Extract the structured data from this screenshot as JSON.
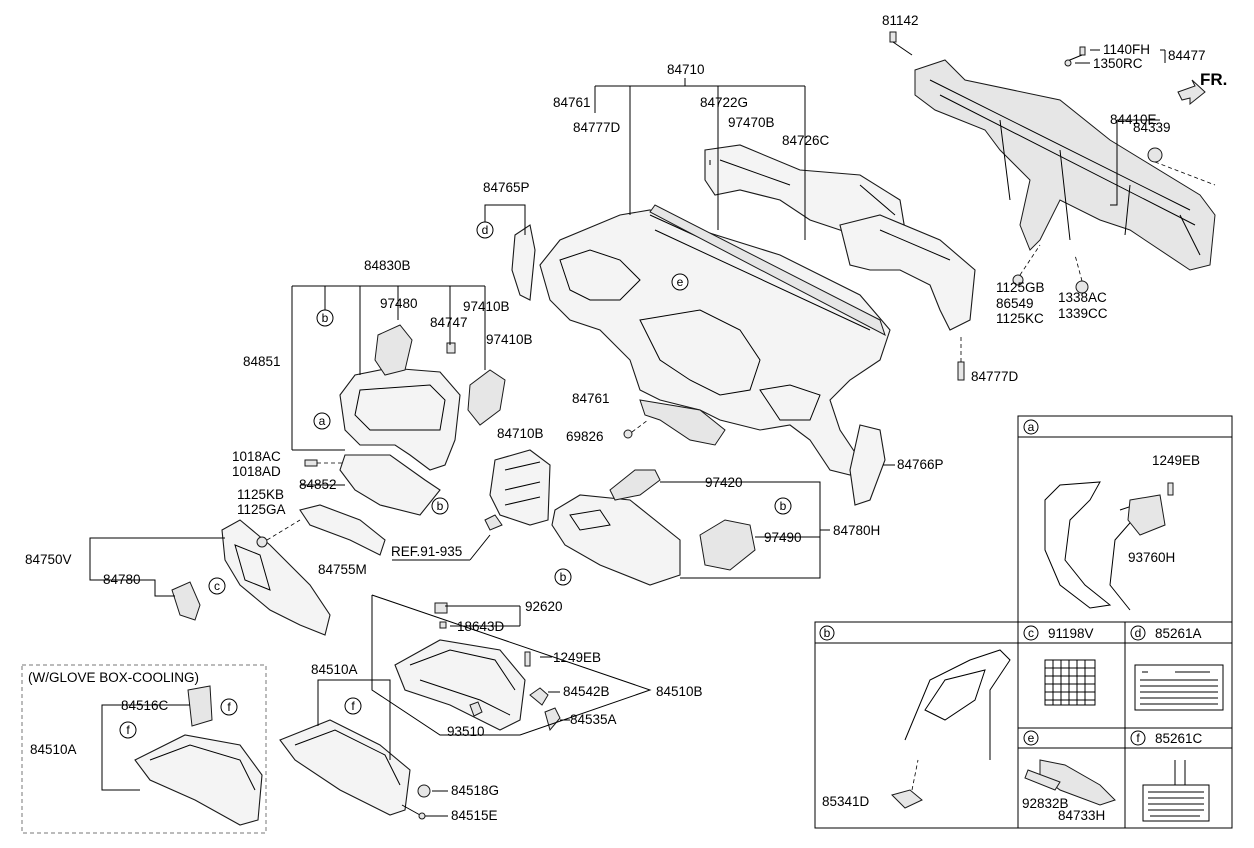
{
  "direction_label": "FR.",
  "box_title": "(W/GLOVE BOX-COOLING)",
  "ref_label": "REF.91-935",
  "callouts": {
    "a": "a",
    "b": "b",
    "c": "c",
    "d": "d",
    "e": "e",
    "f": "f"
  },
  "labels": {
    "p81142": "81142",
    "p1140FH": "1140FH",
    "p84477": "84477",
    "p1350RC": "1350RC",
    "p84410E": "84410E",
    "p84339": "84339",
    "p84710": "84710",
    "p84761_top": "84761",
    "p84777D_top": "84777D",
    "p84722G": "84722G",
    "p97470B": "97470B",
    "p84726C": "84726C",
    "p84765P": "84765P",
    "p84830B": "84830B",
    "p97480": "97480",
    "p84747": "84747",
    "p97410B": "97410B",
    "p84851": "84851",
    "p1125GB": "1125GB",
    "p86549": "86549",
    "p1125KC": "1125KC",
    "p1338AC": "1338AC",
    "p1339CC": "1339CC",
    "p84777D_bot": "84777D",
    "p84761_mid": "84761",
    "p69826": "69826",
    "p84710B": "84710B",
    "p84766P": "84766P",
    "p1018AC": "1018AC",
    "p1018AD": "1018AD",
    "p84852": "84852",
    "p1125KB": "1125KB",
    "p1125GA": "1125GA",
    "p97420": "97420",
    "p97490": "97490",
    "p84780H": "84780H",
    "p84750V": "84750V",
    "p84780": "84780",
    "p84755M": "84755M",
    "p92620": "92620",
    "p18643D": "18643D",
    "p1249EB_mid": "1249EB",
    "p84542B": "84542B",
    "p84510B": "84510B",
    "p93510": "93510",
    "p84535A": "84535A",
    "p84510A_mid": "84510A",
    "p84518G": "84518G",
    "p84515E": "84515E",
    "p84516C": "84516C",
    "p84510A_left": "84510A",
    "p1249EB_a": "1249EB",
    "p93760H": "93760H",
    "p91198V": "91198V",
    "p85261A": "85261A",
    "p85341D": "85341D",
    "p92832B": "92832B",
    "p84733H": "84733H",
    "p85261C": "85261C"
  }
}
